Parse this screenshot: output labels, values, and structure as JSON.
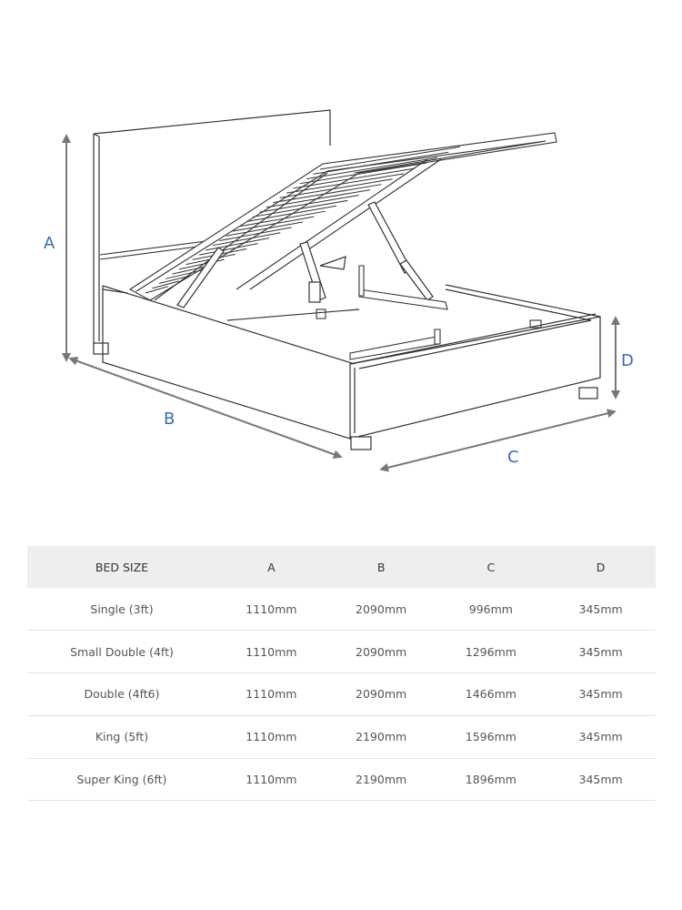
{
  "dimension_labels": {
    "a": "A",
    "b": "B",
    "c": "C",
    "d": "D"
  },
  "table": {
    "headers": [
      "BED SIZE",
      "A",
      "B",
      "C",
      "D"
    ],
    "rows": [
      [
        "Single (3ft)",
        "1110mm",
        "2090mm",
        "996mm",
        "345mm"
      ],
      [
        "Small Double (4ft)",
        "1110mm",
        "2090mm",
        "1296mm",
        "345mm"
      ],
      [
        "Double (4ft6)",
        "1110mm",
        "2090mm",
        "1466mm",
        "345mm"
      ],
      [
        "King (5ft)",
        "1110mm",
        "2190mm",
        "1596mm",
        "345mm"
      ],
      [
        "Super King (6ft)",
        "1110mm",
        "2190mm",
        "1896mm",
        "345mm"
      ]
    ]
  },
  "colors": {
    "label_blue": "#3a6bb0",
    "line_dark": "#333333",
    "dimension_line": "#777777",
    "header_background": "#eeeeee"
  }
}
